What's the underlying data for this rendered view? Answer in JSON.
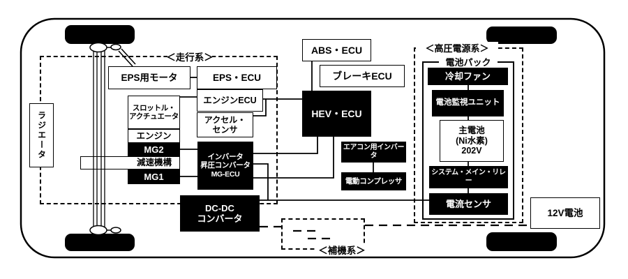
{
  "colors": {
    "ink": "#000000",
    "paper": "#ffffff"
  },
  "groups": {
    "drive": {
      "label": "＜走行系＞"
    },
    "high_voltage": {
      "label": "＜高圧電源系＞"
    },
    "auxiliary": {
      "label": "＜補機系＞"
    },
    "battery_pack": {
      "label": "電池パック"
    }
  },
  "components": {
    "radiator": {
      "label": "ラジエータ"
    },
    "eps_motor": {
      "label": "EPS用モータ"
    },
    "eps_ecu": {
      "label": "EPS・ECU"
    },
    "engine_ecu": {
      "label": "エンジンECU"
    },
    "accel_sensor": {
      "lines": [
        "アクセル・",
        "センサ"
      ]
    },
    "throttle_actuator": {
      "lines": [
        "スロットル・",
        "アクチュエータ"
      ]
    },
    "engine": {
      "label": "エンジン"
    },
    "mg2": {
      "label": "MG2"
    },
    "reduction_gear": {
      "label": "減速機構"
    },
    "mg1": {
      "label": "MG1"
    },
    "inverter_unit": {
      "lines": [
        "インバータ",
        "昇圧コンバータ",
        "MG-ECU"
      ]
    },
    "dcdc_converter": {
      "lines": [
        "DC-DC",
        "コンバータ"
      ]
    },
    "hev_ecu": {
      "label": "HEV・ECU"
    },
    "abs_ecu": {
      "label": "ABS・ECU"
    },
    "brake_ecu": {
      "label": "ブレーキECU"
    },
    "ac_inverter": {
      "label": "エアコン用インバータ"
    },
    "electric_compressor": {
      "label": "電動コンプレッサ"
    },
    "cooling_fan": {
      "label": "冷却ファン"
    },
    "battery_monitor": {
      "label": "電池監視ユニット"
    },
    "main_battery": {
      "lines": [
        "主電池",
        "(Ni水素)",
        "202V"
      ]
    },
    "system_main_relay": {
      "label": "システム・メイン・リレー"
    },
    "current_sensor": {
      "label": "電流センサ"
    },
    "battery_12v": {
      "label": "12V電池"
    }
  }
}
